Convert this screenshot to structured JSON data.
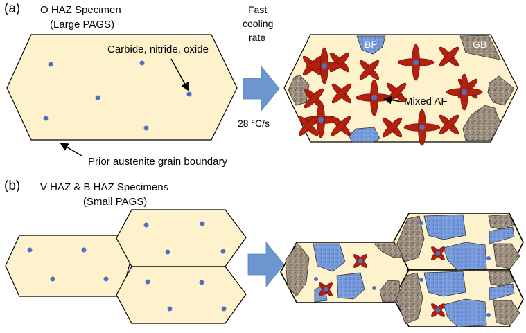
{
  "panel_a": {
    "letter": "(a)",
    "title_line1": "O HAZ Specimen",
    "title_line2": "(Large PAGS)",
    "precipitate_label": "Carbide, nitride, oxide",
    "boundary_label": "Prior austenite grain boundary",
    "process_line1": "Fast",
    "process_line2": "cooling",
    "process_line3": "rate",
    "rate_value": "28",
    "rate_unit": "°C/s",
    "phase_bf": "BF",
    "phase_gb": "GB",
    "phase_af": "Mixed AF"
  },
  "panel_b": {
    "letter": "(b)",
    "title_line1": "V HAZ & B HAZ Specimens",
    "title_line2": "(Small PAGS)"
  },
  "colors": {
    "grain": "#fdf2cc",
    "precipitate": "#4f6fc6",
    "acicular_ferrite": "#b3200e",
    "bainitic_ferrite": "#6f93d6",
    "grain_boundary_phase": "#9b8e7e",
    "arrow": "#6b96cf"
  }
}
